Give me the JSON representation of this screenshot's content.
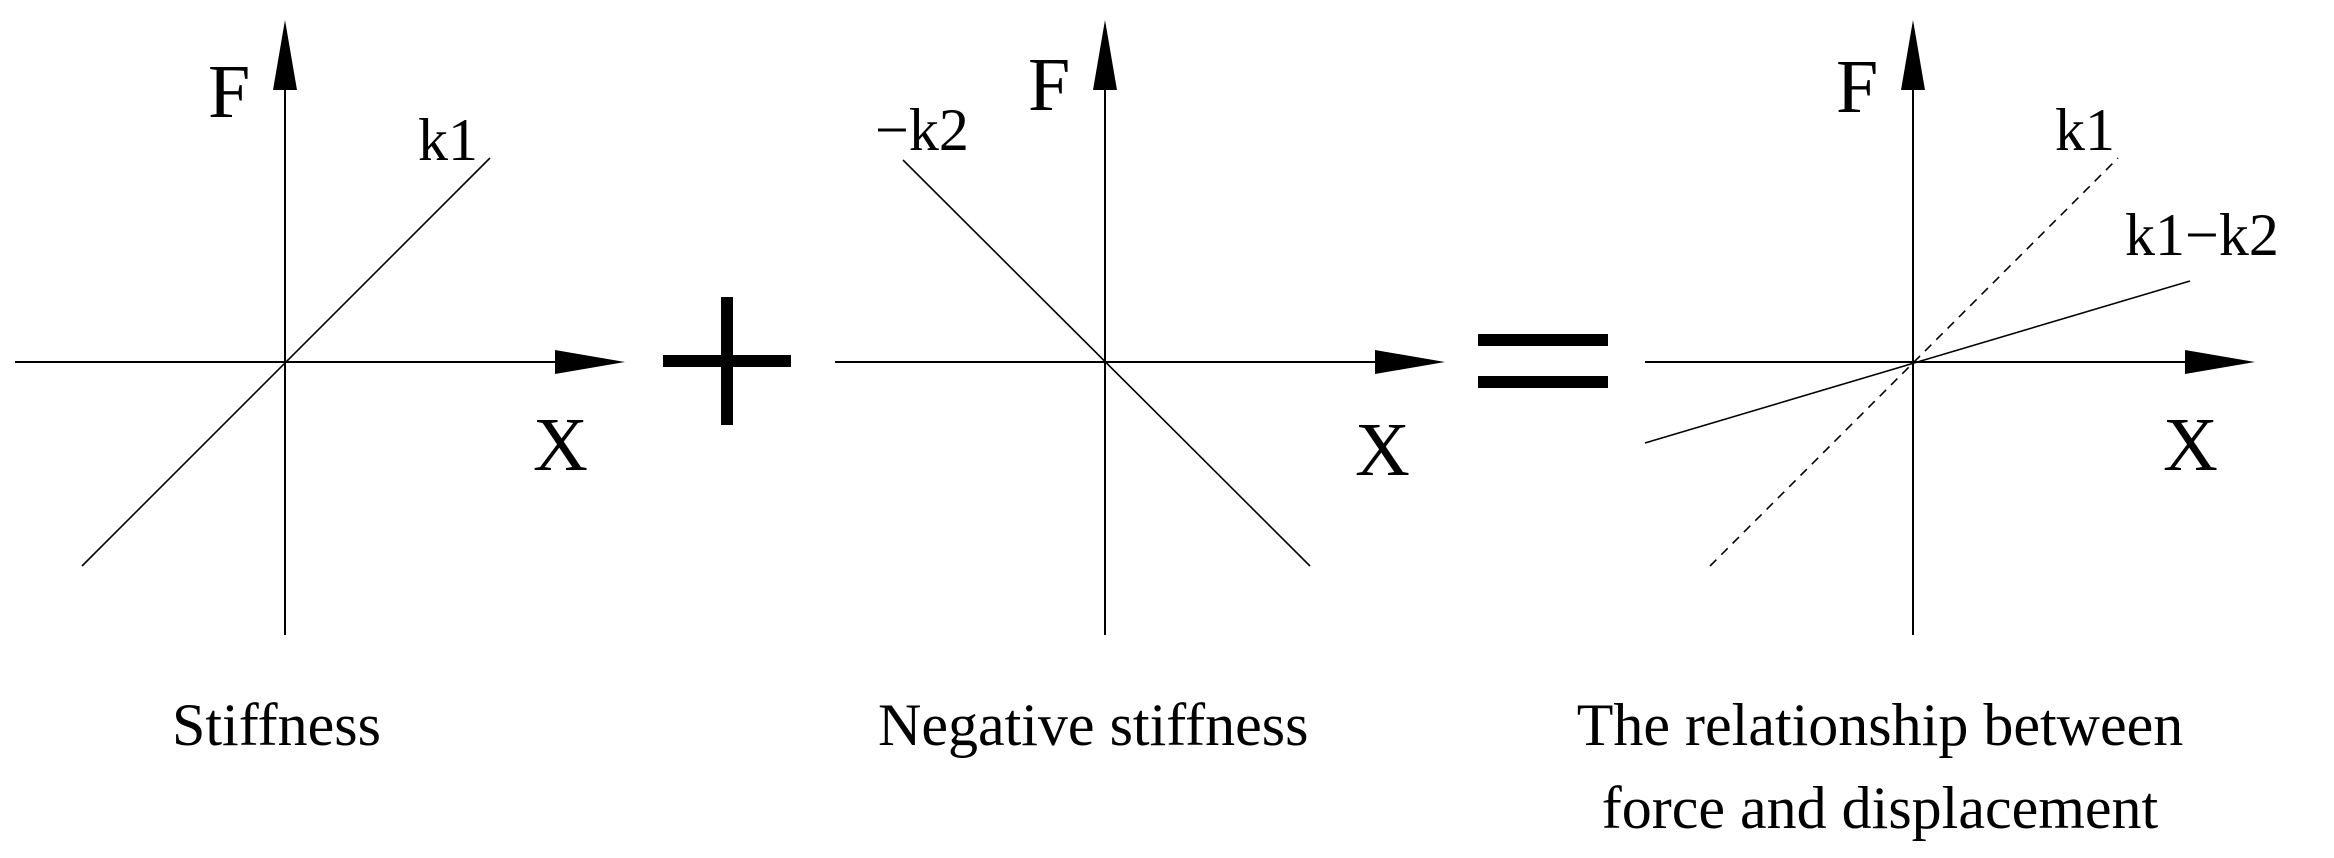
{
  "panels": [
    {
      "y_axis_label": "F",
      "x_axis_label": "X",
      "lines": [
        {
          "label": "k1",
          "slope_sign": "positive",
          "style": "solid"
        }
      ],
      "caption": [
        "Stiffness"
      ]
    },
    {
      "y_axis_label": "F",
      "x_axis_label": "X",
      "lines": [
        {
          "label": "−k2",
          "slope_sign": "negative",
          "style": "solid"
        }
      ],
      "caption": [
        "Negative stiffness"
      ]
    },
    {
      "y_axis_label": "F",
      "x_axis_label": "X",
      "lines": [
        {
          "label": "k1",
          "slope_sign": "positive",
          "style": "dashed"
        },
        {
          "label": "k1−k2",
          "slope_sign": "positive-shallow",
          "style": "solid"
        }
      ],
      "caption": [
        "The relationship between",
        "force and displacement"
      ]
    }
  ],
  "operators": [
    "plus",
    "equals"
  ]
}
